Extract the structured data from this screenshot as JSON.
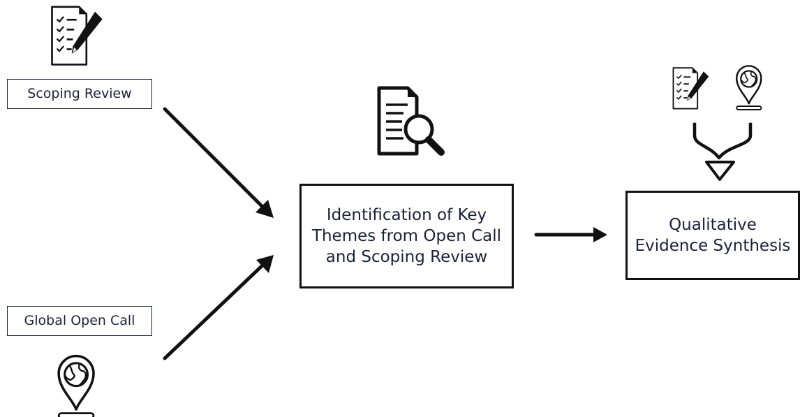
{
  "nodes": {
    "scoping_review": {
      "label": "Scoping Review"
    },
    "global_open_call": {
      "label": "Global Open Call"
    },
    "key_themes": {
      "label": "Identification of Key Themes from Open Call and Scoping Review"
    },
    "synthesis": {
      "label": "Qualitative Evidence Synthesis"
    }
  },
  "icons": {
    "checklist": "checklist-pen-icon",
    "magnifier": "document-magnifier-icon",
    "globe_pin": "globe-location-pin-icon",
    "merge": "merge-arrow-icon"
  },
  "colors": {
    "stroke": "#111111",
    "text": "#1a2238"
  }
}
